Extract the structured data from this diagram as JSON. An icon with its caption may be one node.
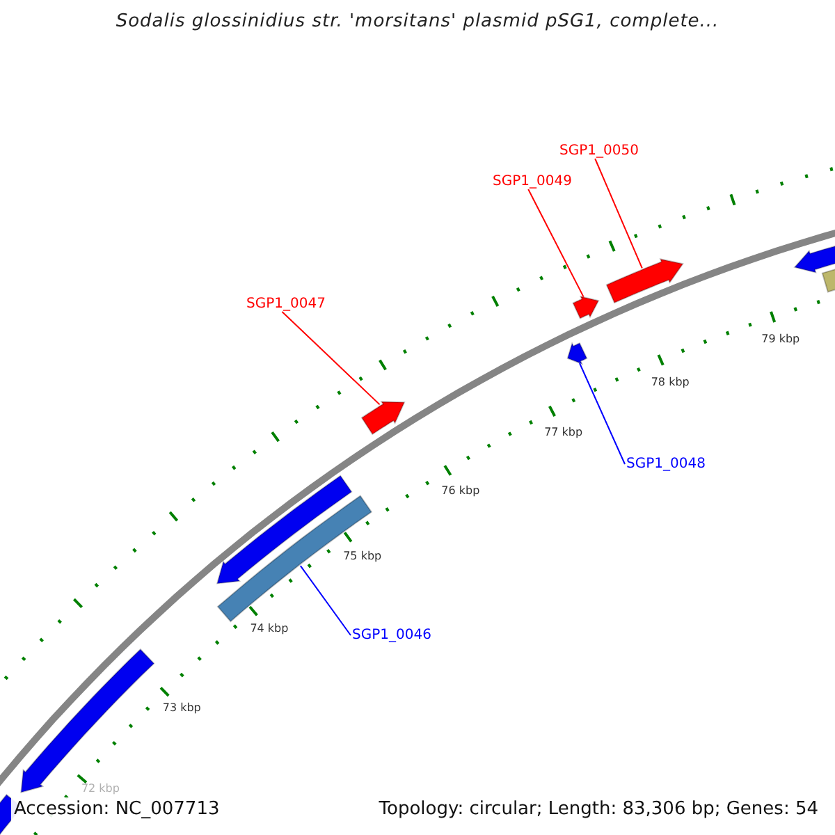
{
  "diagram": {
    "title": "Sodalis glossinidius str. 'morsitans' plasmid pSG1, complete...",
    "nodes": [
      {
        "text": [
          "SGP1_0050"
        ]
      },
      {
        "text": [
          "SGP1_0049"
        ]
      },
      {
        "text": [
          "SGP1_0047"
        ]
      },
      {
        "text": [
          "SGP1_0048"
        ]
      },
      {
        "text": [
          "SGP1_0046"
        ]
      },
      {
        "text": [],
        "shape": "arrow"
      },
      {
        "text": [],
        "shape": "arrow"
      },
      {
        "text": [],
        "shape": "arrow"
      },
      {
        "text": [],
        "shape": "bar"
      },
      {
        "text": [],
        "shape": "arrow"
      },
      {
        "text": [],
        "shape": "arrow"
      },
      {
        "text": [],
        "shape": "arrow"
      },
      {
        "text": [],
        "shape": "arrow"
      },
      {
        "text": [],
        "shape": "arrow"
      },
      {
        "text": [],
        "shape": "bar"
      }
    ],
    "edges": [
      {
        "from": 0,
        "to": 12,
        "arrow": "none"
      },
      {
        "from": 1,
        "to": 11,
        "arrow": "none"
      },
      {
        "from": 2,
        "to": 9,
        "arrow": "none"
      },
      {
        "from": 3,
        "to": 10,
        "arrow": "none",
        "color": "#0000ff"
      },
      {
        "from": 4,
        "to": 8,
        "arrow": "none",
        "color": "#0000ff"
      }
    ],
    "labels": [
      "72 kbp",
      "73 kbp",
      "74 kbp",
      "75 kbp",
      "76 kbp",
      "77 kbp",
      "78 kbp",
      "79 kbp",
      "Accession: NC_007713",
      "Topology: circular; Length: 83,306 bp; Genes: 54"
    ]
  }
}
